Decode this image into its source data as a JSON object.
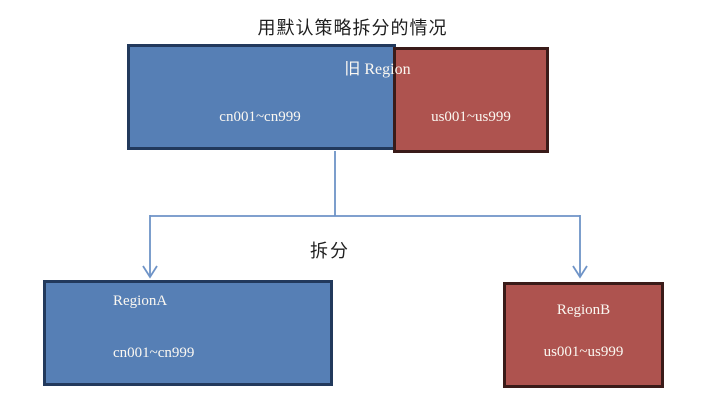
{
  "title": "用默认策略拆分的情况",
  "old_region": {
    "label": "旧 Region",
    "blue_range": "cn001~cn999",
    "red_range": "us001~us999"
  },
  "split_label": "拆分",
  "region_a": {
    "name": "RegionA",
    "range": "cn001~cn999"
  },
  "region_b": {
    "name": "RegionB",
    "range": "us001~us999"
  },
  "colors": {
    "blue_fill": "#567FB5",
    "blue_border": "#22395C",
    "red_fill": "#AE534F",
    "red_border": "#3A1B19",
    "arrow": "#6E93C7",
    "box_text": "#FAF7F1",
    "label_text": "#1F1F1F",
    "bg": "#FFFFFF"
  }
}
